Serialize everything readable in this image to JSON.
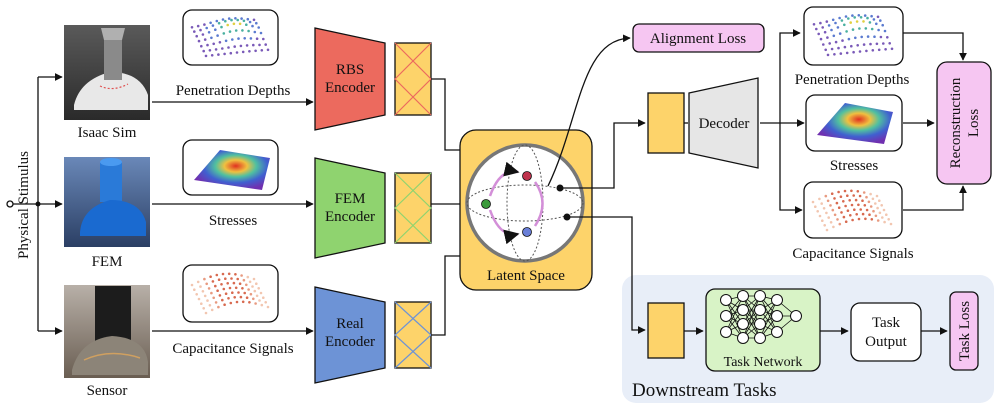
{
  "input": {
    "label": "Physical Stimulus"
  },
  "sources": [
    {
      "id": "isaac",
      "label": "Isaac Sim",
      "signal": "Penetration Depths",
      "encoder_line1": "RBS",
      "encoder_line2": "Encoder",
      "encoder_color": "#ec6a5e"
    },
    {
      "id": "fem",
      "label": "FEM",
      "signal": "Stresses",
      "encoder_line1": "FEM",
      "encoder_line2": "Encoder",
      "encoder_color": "#8fd36f"
    },
    {
      "id": "sensor",
      "label": "Sensor",
      "signal": "Capacitance Signals",
      "encoder_line1": "Real",
      "encoder_line2": "Encoder",
      "encoder_color": "#6d93d6"
    }
  ],
  "latent": {
    "label": "Latent Space",
    "box_color": "#fdd36a",
    "point_colors": [
      "#c0334d",
      "#3a9a3a",
      "#6a7fd8"
    ]
  },
  "alignment_loss": {
    "label": "Alignment Loss",
    "color": "#f6c6f2"
  },
  "decoder": {
    "label": "Decoder"
  },
  "reconstruction": {
    "outputs": [
      "Penetration Depths",
      "Stresses",
      "Capacitance Signals"
    ],
    "loss_line1": "Reconstruction",
    "loss_line2": "Loss"
  },
  "downstream": {
    "title": "Downstream Tasks",
    "network": "Task Network",
    "output_line1": "Task",
    "output_line2": "Output",
    "loss": "Task Loss"
  }
}
